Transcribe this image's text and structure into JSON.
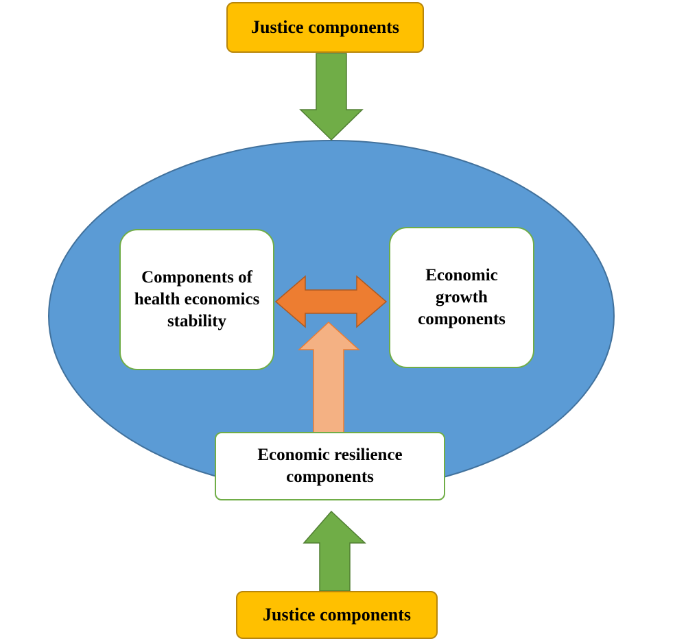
{
  "colors": {
    "ellipse_fill": "#5b9bd5",
    "ellipse_stroke": "#41719c",
    "justice_fill": "#ffc000",
    "green_arrow": "#70ad47",
    "orange_arrow": "#ed7d31",
    "peach_arrow": "#f4b183",
    "box_border": "#70ad47"
  },
  "nodes": {
    "top_justice": "Justice components",
    "bottom_justice": "Justice components",
    "health_stability": "Components of health economics stability",
    "economic_growth": "Economic growth components",
    "economic_resilience": "Economic resilience components"
  },
  "arrows": [
    {
      "from": "top_justice",
      "to": "ellipse",
      "icon": "arrow-down-icon"
    },
    {
      "from": "bottom_justice",
      "to": "ellipse",
      "icon": "arrow-up-icon"
    },
    {
      "from": "health_stability",
      "to": "economic_growth",
      "icon": "double-arrow-icon"
    },
    {
      "from": "economic_resilience",
      "to": "double-arrow",
      "icon": "arrow-up-icon"
    }
  ]
}
